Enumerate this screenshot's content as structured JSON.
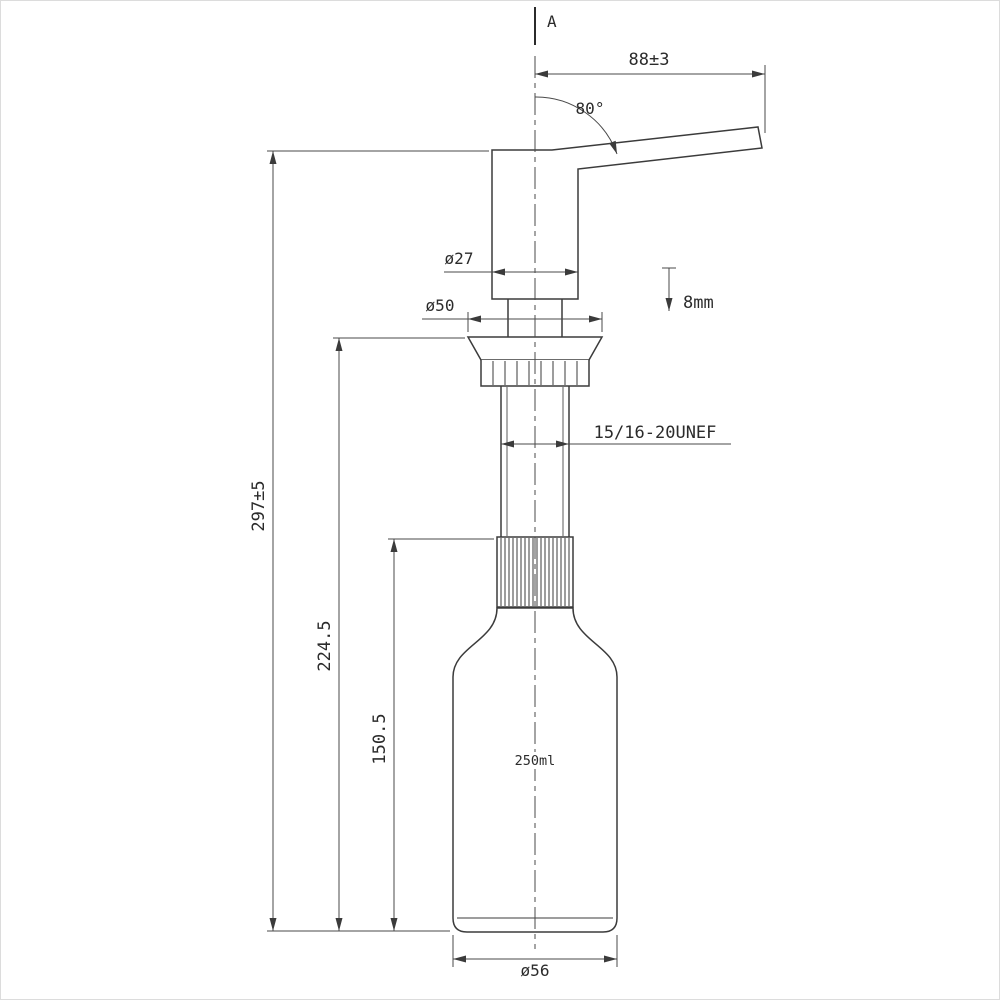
{
  "drawing": {
    "section_label": "A",
    "dimensions": {
      "spout_reach": "88±3",
      "spout_angle": "80°",
      "head_diameter": "ø27",
      "flange_diameter": "ø50",
      "deck_thickness": "8mm",
      "thread_spec": "15/16-20UNEF",
      "overall_height": "297±5",
      "below_counter_height": "224.5",
      "bottle_height": "150.5",
      "bottle_capacity": "250ml",
      "bottle_diameter": "ø56"
    },
    "colors": {
      "line": "#3b3b3b",
      "dim_line": "#4a4a4a",
      "text": "#2b2b2b",
      "background": "#ffffff"
    }
  }
}
